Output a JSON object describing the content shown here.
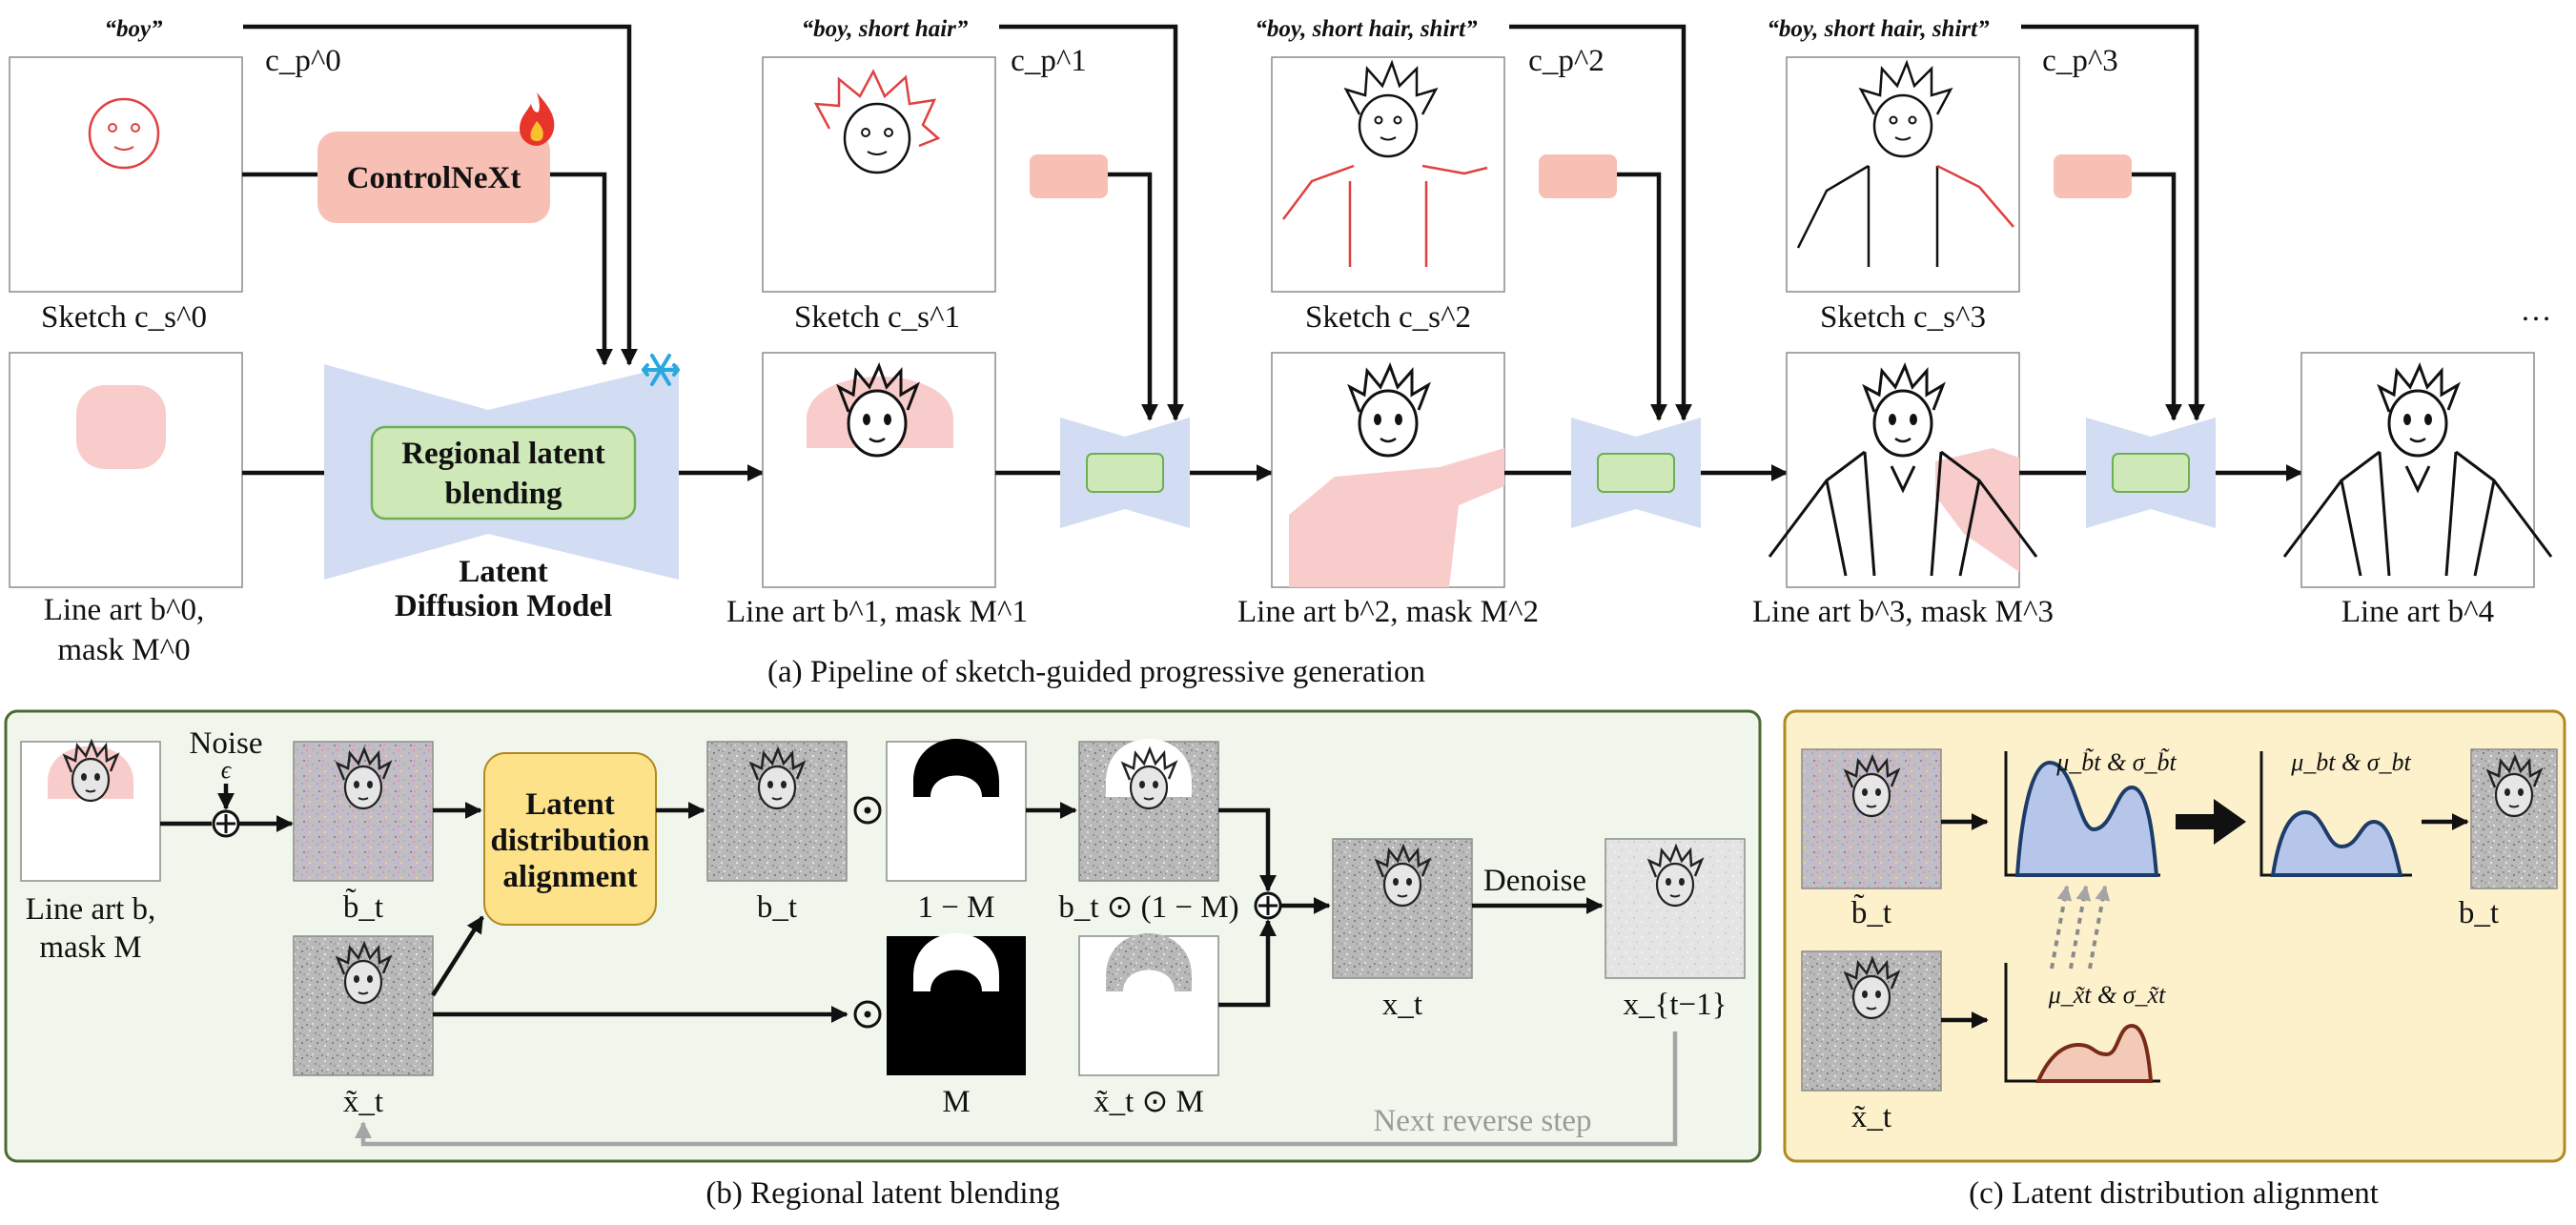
{
  "pipeline": {
    "prompt0": "“boy”",
    "prompt1": "“boy, short hair”",
    "prompt2": "“boy, short hair, shirt”",
    "prompt3": "“boy, short hair, shirt”",
    "cp0": "c_p^0",
    "cp1": "c_p^1",
    "cp2": "c_p^2",
    "cp3": "c_p^3",
    "sketch0": "Sketch c_s^0",
    "sketch1": "Sketch c_s^1",
    "sketch2": "Sketch c_s^2",
    "sketch3": "Sketch c_s^3",
    "controlnext": "ControlNeXt",
    "rlb_line1": "Regional latent",
    "rlb_line2": "blending",
    "ldm_line1": "Latent",
    "ldm_line2": "Diffusion Model",
    "lineart0_line1": "Line art b^0,",
    "lineart0_line2": "mask M^0",
    "lineart1": "Line art b^1, mask M^1",
    "lineart2": "Line art b^2, mask M^2",
    "lineart3": "Line art b^3, mask M^3",
    "lineart4": "Line art b^4",
    "ellipsis": "…",
    "caption": "(a) Pipeline of sketch-guided progressive generation"
  },
  "blending": {
    "noise_label": "Noise",
    "epsilon": "ϵ",
    "lineart_line1": "Line art b,",
    "lineart_line2": "mask M",
    "b_tilde_t": "b̃_t",
    "lda_line1": "Latent",
    "lda_line2": "distribution",
    "lda_line3": "alignment",
    "b_t": "b_t",
    "one_minus_m": "1 − M",
    "bt_odot": "b_t ⊙ (1 − M)",
    "x_tilde_t": "x̃_t",
    "m": "M",
    "xt_odot": "x̃_t ⊙ M",
    "x_t": "x_t",
    "denoise": "Denoise",
    "x_t_minus_1": "x_{t−1}",
    "next_step": "Next reverse step",
    "caption": "(b) Regional latent blending"
  },
  "alignment": {
    "b_tilde_t": "b̃_t",
    "x_tilde_t": "x̃_t",
    "stats_b_tilde": "μ_b̃t & σ_b̃t",
    "stats_b": "μ_bt & σ_bt",
    "stats_x_tilde": "μ_x̃t & σ_x̃t",
    "b_t": "b_t",
    "caption": "(c) Latent distribution alignment"
  },
  "colors": {
    "controlnext_fill": "#f8c0b4",
    "green_fill": "#cfe8b8",
    "green_stroke": "#6fae55",
    "unet_fill": "#d2dcf2",
    "mask_pink": "#f9cccc",
    "panel_b_fill": "#f1f6ec",
    "panel_b_stroke": "#4a6a32",
    "panel_c_fill": "#fdf1cc",
    "panel_c_stroke": "#b08a20",
    "lda_fill": "#fde28a",
    "dist_blue": "#b6c6ea",
    "dist_red": "#f3c9b8",
    "sketch_red": "#e04040",
    "arrow_gray": "#a5a5a5"
  },
  "icons": {
    "fire": "fire-icon",
    "snowflake": "snowflake-icon",
    "plus": "circled-plus-icon",
    "dot": "circled-dot-icon"
  }
}
